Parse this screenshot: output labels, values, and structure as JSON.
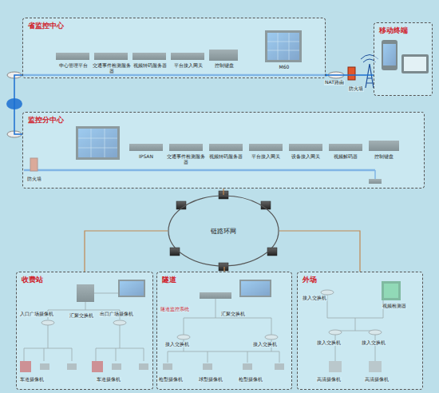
{
  "diagram": {
    "nodes": [
      {
        "text": [
          "省监控中心"
        ]
      },
      {
        "text": [
          "中心管理平台"
        ],
        "in": 0
      },
      {
        "text": [
          "交通事件检测服务器"
        ],
        "in": 0
      },
      {
        "text": [
          "视频转码服务器"
        ],
        "in": 0
      },
      {
        "text": [
          "平台接入网关"
        ],
        "in": 0
      },
      {
        "text": [
          "控制键盘"
        ],
        "in": 0
      },
      {
        "text": [
          "M60"
        ],
        "in": 0
      },
      {
        "text": [
          "移动终端"
        ]
      },
      {
        "text": [
          "监控分中心"
        ]
      },
      {
        "text": [
          "IPSAN"
        ],
        "in": 8
      },
      {
        "text": [
          "交通事件检测服务器"
        ],
        "in": 8
      },
      {
        "text": [
          "视频转码服务器"
        ],
        "in": 8
      },
      {
        "text": [
          "平台接入网关"
        ],
        "in": 8
      },
      {
        "text": [
          "设备接入网关"
        ],
        "in": 8
      },
      {
        "text": [
          "视频解码器"
        ],
        "in": 8
      },
      {
        "text": [
          "控制键盘"
        ],
        "in": 8
      },
      {
        "text": [
          "链路环网"
        ]
      },
      {
        "text": [
          "收费站"
        ]
      },
      {
        "text": [
          "隧道"
        ]
      },
      {
        "text": [
          "外场"
        ]
      }
    ],
    "edges": [
      {
        "from": 8,
        "to": 16,
        "arrow": "none"
      },
      {
        "from": 16,
        "to": 17,
        "arrow": "none"
      },
      {
        "from": 16,
        "to": 18,
        "arrow": "none"
      },
      {
        "from": 16,
        "to": 19,
        "arrow": "none"
      },
      {
        "from": 0,
        "to": 8,
        "arrow": "none"
      },
      {
        "from": 0,
        "to": 7,
        "arrow": "none"
      }
    ],
    "labels": [
      "NAT路由",
      "防火墙",
      "防火墙",
      "入口广场摄像机",
      "出口广场摄像机",
      "汇聚交换机",
      "车道摄像机",
      "车道摄像机",
      "隧道监控系统",
      "汇聚交换机",
      "接入交换机",
      "接入交换机",
      "枪型摄像机",
      "球型摄像机",
      "枪型摄像机",
      "接入交换机",
      "视频检测器",
      "接入交换机",
      "接入交换机",
      "高清摄像机",
      "高清摄像机"
    ]
  }
}
